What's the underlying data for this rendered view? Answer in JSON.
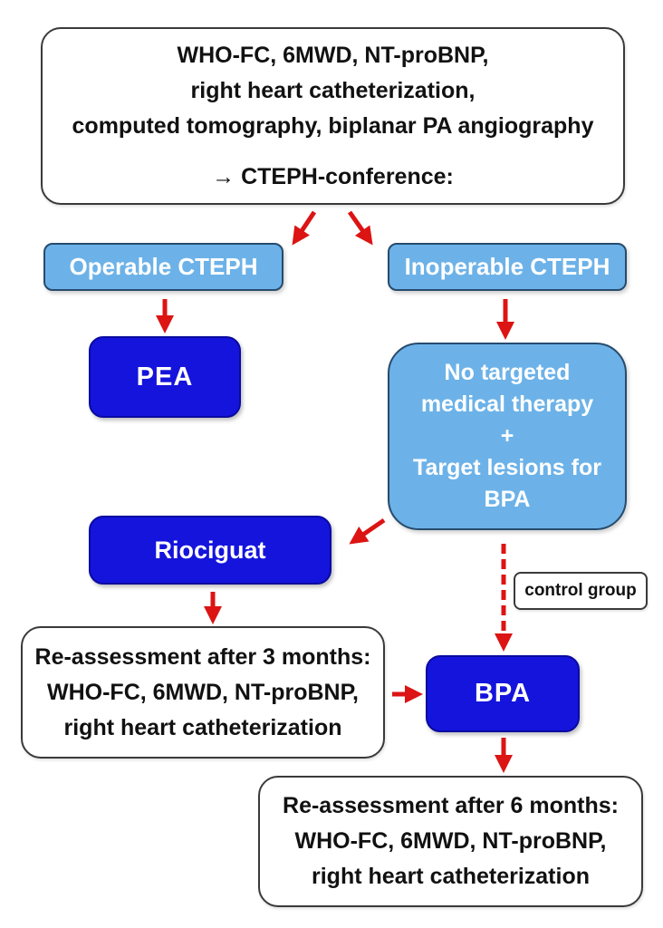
{
  "colors": {
    "background": "#FFFFFF",
    "light_blue_fill": "#6CB2E8",
    "light_blue_border": "#274B6D",
    "dark_blue_fill": "#1414DC",
    "dark_blue_border": "#0A0AA0",
    "arrow_red": "#DC1414",
    "box_border_dark": "#3A3A3A",
    "text_dark": "#111111",
    "text_white": "#FFFFFF"
  },
  "nodes": {
    "assessment": {
      "lines": [
        "WHO-FC, 6MWD, NT-proBNP,",
        "right heart catheterization,",
        "computed tomography, biplanar PA angiography"
      ],
      "conference_line": "→ CTEPH-conference:"
    },
    "operable": {
      "label": "Operable CTEPH"
    },
    "inoperable": {
      "label": "Inoperable CTEPH"
    },
    "pea": {
      "label": "PEA"
    },
    "no_targeted": {
      "lines": [
        "No targeted",
        "medical therapy",
        "+",
        "Target lesions for",
        "BPA"
      ]
    },
    "riociguat": {
      "label": "Riociguat"
    },
    "control_group": {
      "label": "control group"
    },
    "reassessment_3m": {
      "lines": [
        "Re-assessment after 3 months:",
        "WHO-FC, 6MWD, NT-proBNP,",
        "right heart catheterization"
      ]
    },
    "bpa": {
      "label": "BPA"
    },
    "reassessment_6m": {
      "lines": [
        "Re-assessment after 6 months:",
        "WHO-FC, 6MWD, NT-proBNP,",
        "right heart catheterization"
      ]
    }
  },
  "edges": [
    {
      "from": "assessment",
      "to": "operable",
      "style": "solid"
    },
    {
      "from": "assessment",
      "to": "inoperable",
      "style": "solid"
    },
    {
      "from": "operable",
      "to": "pea",
      "style": "solid"
    },
    {
      "from": "inoperable",
      "to": "no_targeted",
      "style": "solid"
    },
    {
      "from": "no_targeted",
      "to": "riociguat",
      "style": "solid"
    },
    {
      "from": "riociguat",
      "to": "reassessment_3m",
      "style": "solid"
    },
    {
      "from": "no_targeted",
      "to": "bpa",
      "style": "dashed",
      "label": "control group"
    },
    {
      "from": "reassessment_3m",
      "to": "bpa",
      "style": "solid"
    },
    {
      "from": "bpa",
      "to": "reassessment_6m",
      "style": "solid"
    }
  ]
}
